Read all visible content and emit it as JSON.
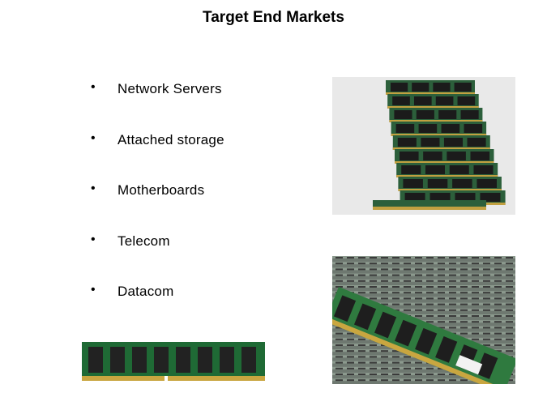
{
  "slide": {
    "title": "Target End Markets",
    "bullets": [
      "Network  Servers",
      "Attached storage",
      "Motherboards",
      "Telecom",
      "Datacom"
    ]
  },
  "images": {
    "stack": "photo of stacked memory modules",
    "pile": "photo of memory modules piled with one on top",
    "single": "photo of a single DIMM memory module"
  }
}
